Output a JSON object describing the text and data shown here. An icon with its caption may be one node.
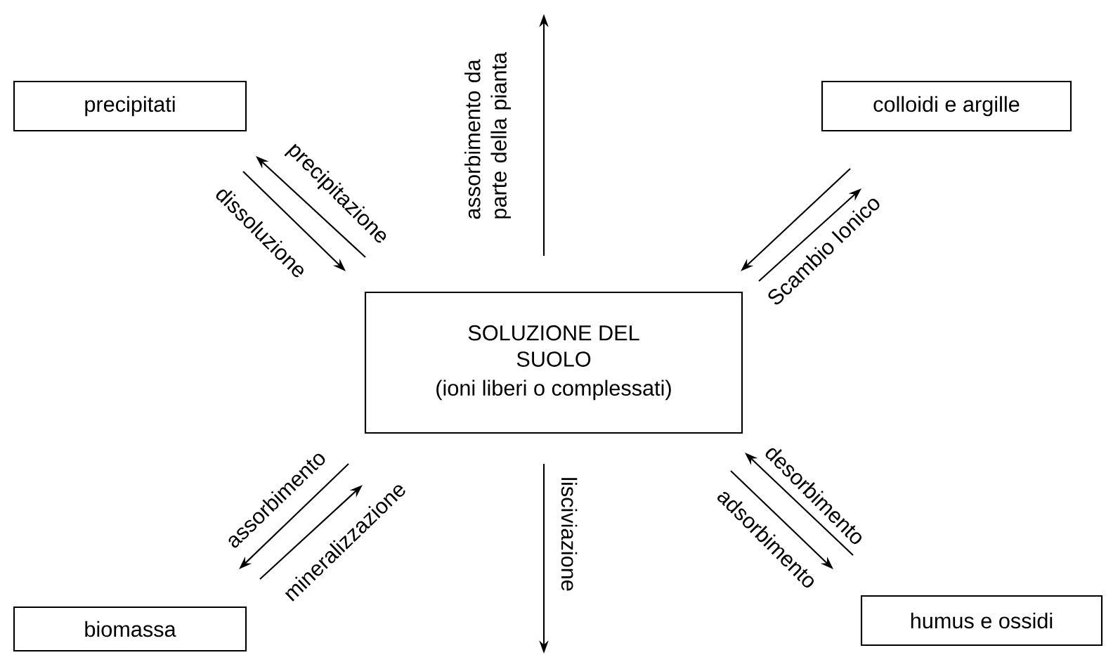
{
  "diagram": {
    "nodes": [
      {
        "text": [
          "precipitati"
        ]
      },
      {
        "text": [
          "colloidi e argille"
        ]
      },
      {
        "text": [
          "SOLUZIONE DEL SUOLO",
          "(ioni liberi o complessati)"
        ]
      },
      {
        "text": [
          "biomassa"
        ]
      },
      {
        "text": [
          "humus e ossidi"
        ]
      }
    ],
    "edges": [
      {
        "from": 2,
        "to": 0,
        "arrow": "to",
        "label": "precipitazione"
      },
      {
        "from": 0,
        "to": 2,
        "arrow": "to",
        "label": "dissoluzione"
      },
      {
        "from": 1,
        "to": 2,
        "arrow": "to"
      },
      {
        "from": 2,
        "to": 1,
        "arrow": "to",
        "label": "Scambio Ionico"
      },
      {
        "from": 2,
        "to": 3,
        "arrow": "to",
        "label": "assorbimento"
      },
      {
        "from": 3,
        "to": 2,
        "arrow": "to",
        "label": "mineralizzazione"
      },
      {
        "from": 4,
        "to": 2,
        "arrow": "to",
        "label": "desorbimento"
      },
      {
        "from": 2,
        "to": 4,
        "arrow": "to",
        "label": "adsorbimento"
      },
      {
        "from": 2,
        "to": null,
        "arrow": "to",
        "label": "assorbimento da parte della pianta"
      },
      {
        "from": 2,
        "to": null,
        "arrow": "to",
        "label": "lisciviazione"
      }
    ]
  }
}
